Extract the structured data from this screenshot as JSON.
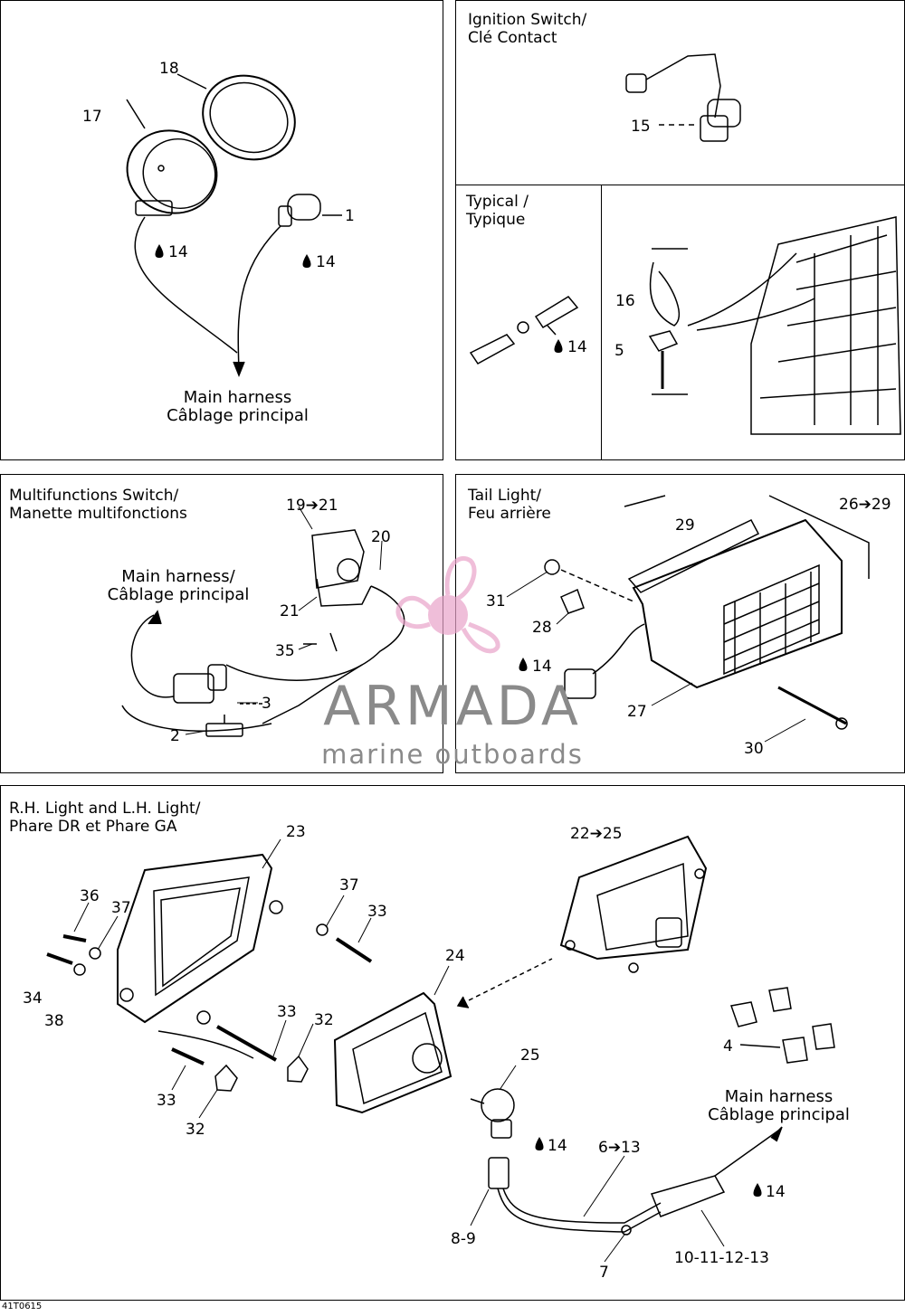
{
  "panels": {
    "p1": {
      "harness": [
        "Main harness",
        "Câblage principal"
      ]
    },
    "p2": {
      "title": [
        "Ignition Switch/",
        "Clé Contact"
      ]
    },
    "p3": {
      "title": [
        "Typical /",
        "Typique"
      ]
    },
    "p5": {
      "title": [
        "Multifunctions Switch/",
        "Manette multifonctions"
      ],
      "harness": [
        "Main harness/",
        "Câblage principal"
      ]
    },
    "p6": {
      "title": [
        "Tail Light/",
        "Feu arrière"
      ]
    },
    "p7": {
      "title": [
        "R.H. Light and L.H. Light/",
        "Phare DR et Phare GA"
      ],
      "harness": [
        "Main harness",
        "Câblage principal"
      ]
    }
  },
  "labels": {
    "n18": "18",
    "n17": "17",
    "n1": "1",
    "n14a": "14",
    "n14b": "14",
    "n15": "15",
    "n14c": "14",
    "n16": "16",
    "n5": "5",
    "n19_21": "19➔21",
    "n20": "20",
    "n21": "21",
    "n35": "35",
    "n3": "3",
    "n2": "2",
    "n29": "29",
    "n26_29": "26➔29",
    "n31": "31",
    "n28": "28",
    "n14d": "14",
    "n27": "27",
    "n30": "30",
    "n23": "23",
    "n22_25": "22➔25",
    "n36": "36",
    "n37a": "37",
    "n37b": "37",
    "n33a": "33",
    "n34": "34",
    "n38": "38",
    "n24": "24",
    "n33b": "33",
    "n32a": "32",
    "n33c": "33",
    "n32b": "32",
    "n4": "4",
    "n25": "25",
    "n14e": "14",
    "n6_13": "6➔13",
    "n14f": "14",
    "n8_9": "8-9",
    "n10_13": "10-11-12-13",
    "n7": "7"
  },
  "watermark": {
    "brand": "ARMADA",
    "tagline": "marine outboards"
  },
  "figure_ref": "41T0615",
  "colors": {
    "line": "#000000",
    "watermark_pink": "#e9a3c9",
    "watermark_gray": "#8a8a8a"
  }
}
